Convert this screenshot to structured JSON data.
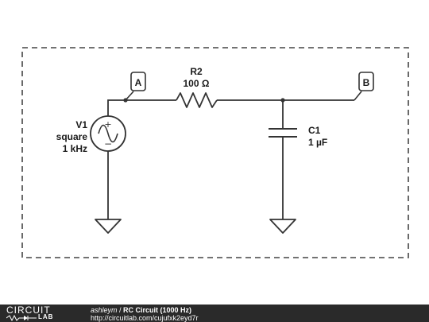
{
  "schematic": {
    "nodes": {
      "a": "A",
      "b": "B"
    },
    "source": {
      "name": "V1",
      "type": "square",
      "freq": "1 kHz"
    },
    "resistor": {
      "name": "R2",
      "value": "100 Ω"
    },
    "capacitor": {
      "name": "C1",
      "value": "1 µF"
    }
  },
  "footer": {
    "brand_circuit": "CIRCUIT",
    "brand_lab": "LAB",
    "author": "ashleym",
    "separator": " / ",
    "title": "RC Circuit (1000 Hz)",
    "url": "http://circuitlab.com/cujufxk2eyd7r"
  }
}
